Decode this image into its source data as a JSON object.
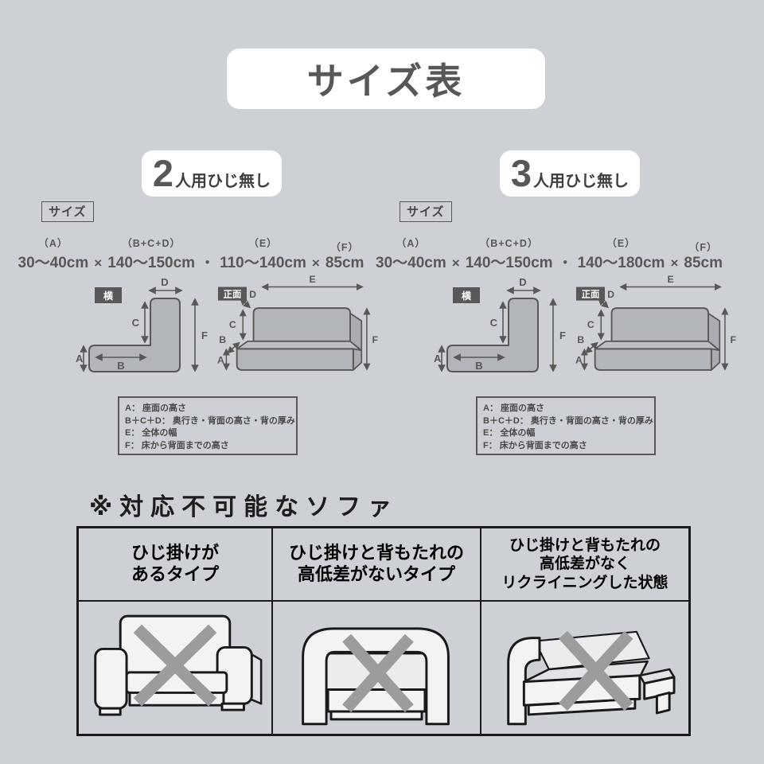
{
  "title": "サイズ表",
  "diagram_labels": {
    "a": "A",
    "b": "B",
    "c": "C",
    "d": "D",
    "e": "E",
    "f": "F",
    "side_view": "横",
    "front_view": "正面"
  },
  "sections": [
    {
      "number": "2",
      "type_label": "人用ひじ無し",
      "size_tag": "サイズ",
      "dims": [
        {
          "label": "（A）",
          "value": "30〜40cm"
        },
        {
          "label": "（B+C+D）",
          "value": "140〜150cm"
        },
        {
          "label": "（E）",
          "value": "110〜140cm"
        },
        {
          "label": "（F）",
          "value": "85cm"
        }
      ],
      "separators": [
        "×",
        "・",
        "×"
      ]
    },
    {
      "number": "3",
      "type_label": "人用ひじ無し",
      "size_tag": "サイズ",
      "dims": [
        {
          "label": "（A）",
          "value": "30〜40cm"
        },
        {
          "label": "（B+C+D）",
          "value": "140〜150cm"
        },
        {
          "label": "（E）",
          "value": "140〜180cm"
        },
        {
          "label": "（F）",
          "value": "85cm"
        }
      ],
      "separators": [
        "×",
        "・",
        "×"
      ]
    }
  ],
  "legend_lines": [
    "A：  座面の高さ",
    "B＋C＋D：  奥行き・背面の高さ・背の厚み",
    "E：  全体の幅",
    "F：  床から背面までの高さ"
  ],
  "incompatible": {
    "heading": "※対応不可能なソファ",
    "columns": [
      {
        "title": "ひじ掛けが\nあるタイプ",
        "illustration": "sofa-with-armrests"
      },
      {
        "title": "ひじ掛けと背もたれの\n高低差がないタイプ",
        "illustration": "sofa-armrest-backrest-same-height"
      },
      {
        "title": "ひじ掛けと背もたれの\n高低差がなく\nリクライニングした状態",
        "illustration": "sofa-reclined"
      }
    ]
  },
  "colors": {
    "background": "#cdd0d4",
    "panel": "#ffffff",
    "dark_gray": "#595757",
    "diagram_fill": "#b2b5ba",
    "table_border": "#1a1a1a",
    "cross_mark": "#9b9c9e",
    "heading_text": "#1d1d1d",
    "sofa_fill": "#f3f3f4"
  }
}
